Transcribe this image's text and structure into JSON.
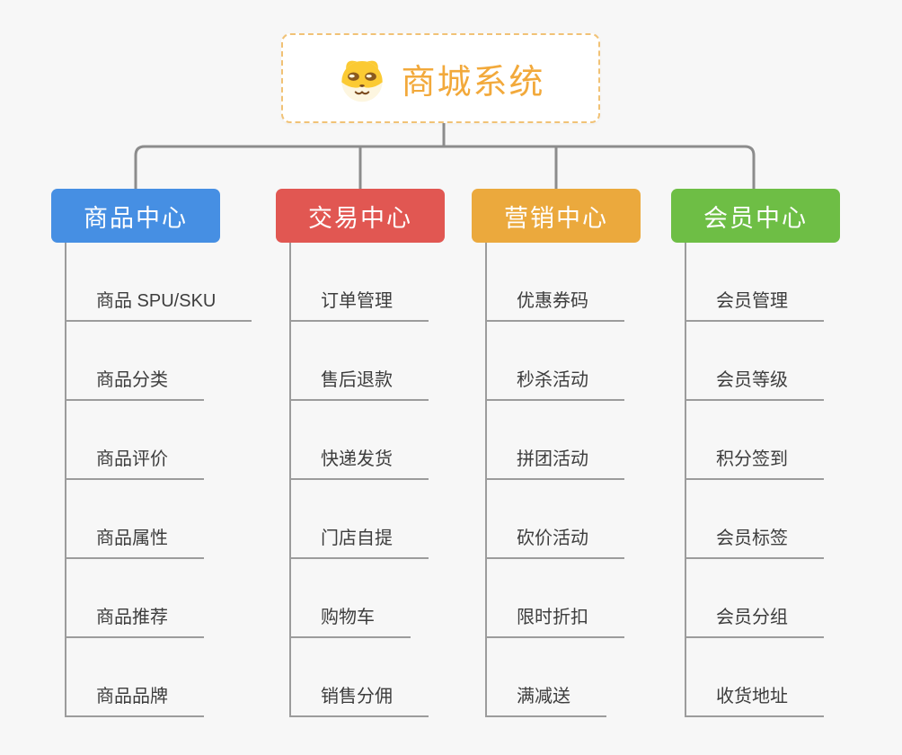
{
  "root": {
    "title": "商城系统",
    "icon": "dog-face-icon",
    "title_color": "#f2a93b",
    "border_color": "#f1c276"
  },
  "connector_color": "#8c8c8c",
  "underline_color": "#9c9c9c",
  "branches": [
    {
      "label": "商品中心",
      "color": "#468fe3",
      "items": [
        "商品 SPU/SKU",
        "商品分类",
        "商品评价",
        "商品属性",
        "商品推荐",
        "商品品牌"
      ]
    },
    {
      "label": "交易中心",
      "color": "#e15752",
      "items": [
        "订单管理",
        "售后退款",
        "快递发货",
        "门店自提",
        "购物车",
        "销售分佣"
      ]
    },
    {
      "label": "营销中心",
      "color": "#eba93d",
      "items": [
        "优惠券码",
        "秒杀活动",
        "拼团活动",
        "砍价活动",
        "限时折扣",
        "满减送"
      ]
    },
    {
      "label": "会员中心",
      "color": "#6ebe45",
      "items": [
        "会员管理",
        "会员等级",
        "积分签到",
        "会员标签",
        "会员分组",
        "收货地址"
      ]
    }
  ]
}
